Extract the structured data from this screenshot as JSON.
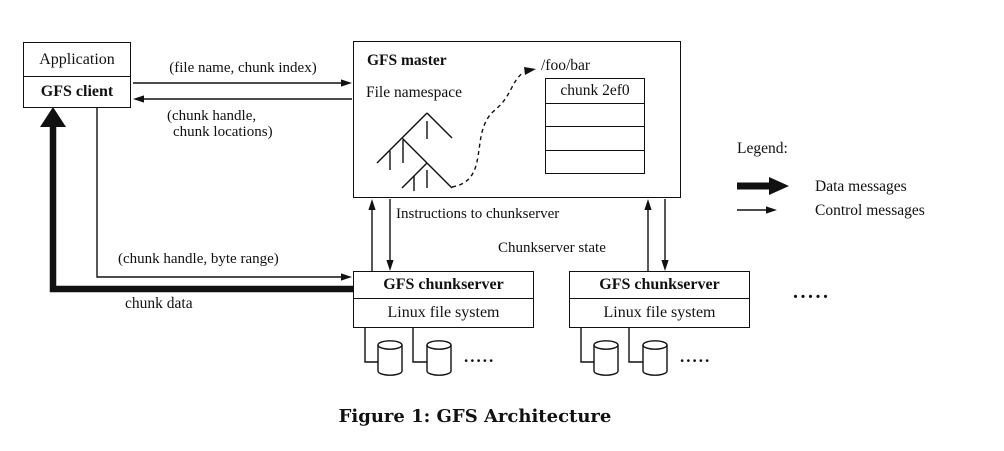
{
  "figure": {
    "caption": "Figure 1: GFS Architecture"
  },
  "client": {
    "application_label": "Application",
    "client_label": "GFS client"
  },
  "master": {
    "title": "GFS master",
    "namespace_label": "File namespace",
    "file_path": "/foo/bar",
    "chunk_table": {
      "rows": [
        "chunk 2ef0",
        "",
        "",
        ""
      ]
    }
  },
  "chunkservers": {
    "title": "GFS chunkserver",
    "filesystem": "Linux file system",
    "more_ellipsis": "....."
  },
  "messages": {
    "request": "(file name, chunk index)",
    "response_line1": "(chunk handle,",
    "response_line2": "chunk locations)",
    "instructions": "Instructions to chunkserver",
    "state": "Chunkserver state",
    "read_request": "(chunk handle, byte range)",
    "data": "chunk data"
  },
  "legend": {
    "title": "Legend:",
    "data_messages": "Data messages",
    "control_messages": "Control messages"
  }
}
